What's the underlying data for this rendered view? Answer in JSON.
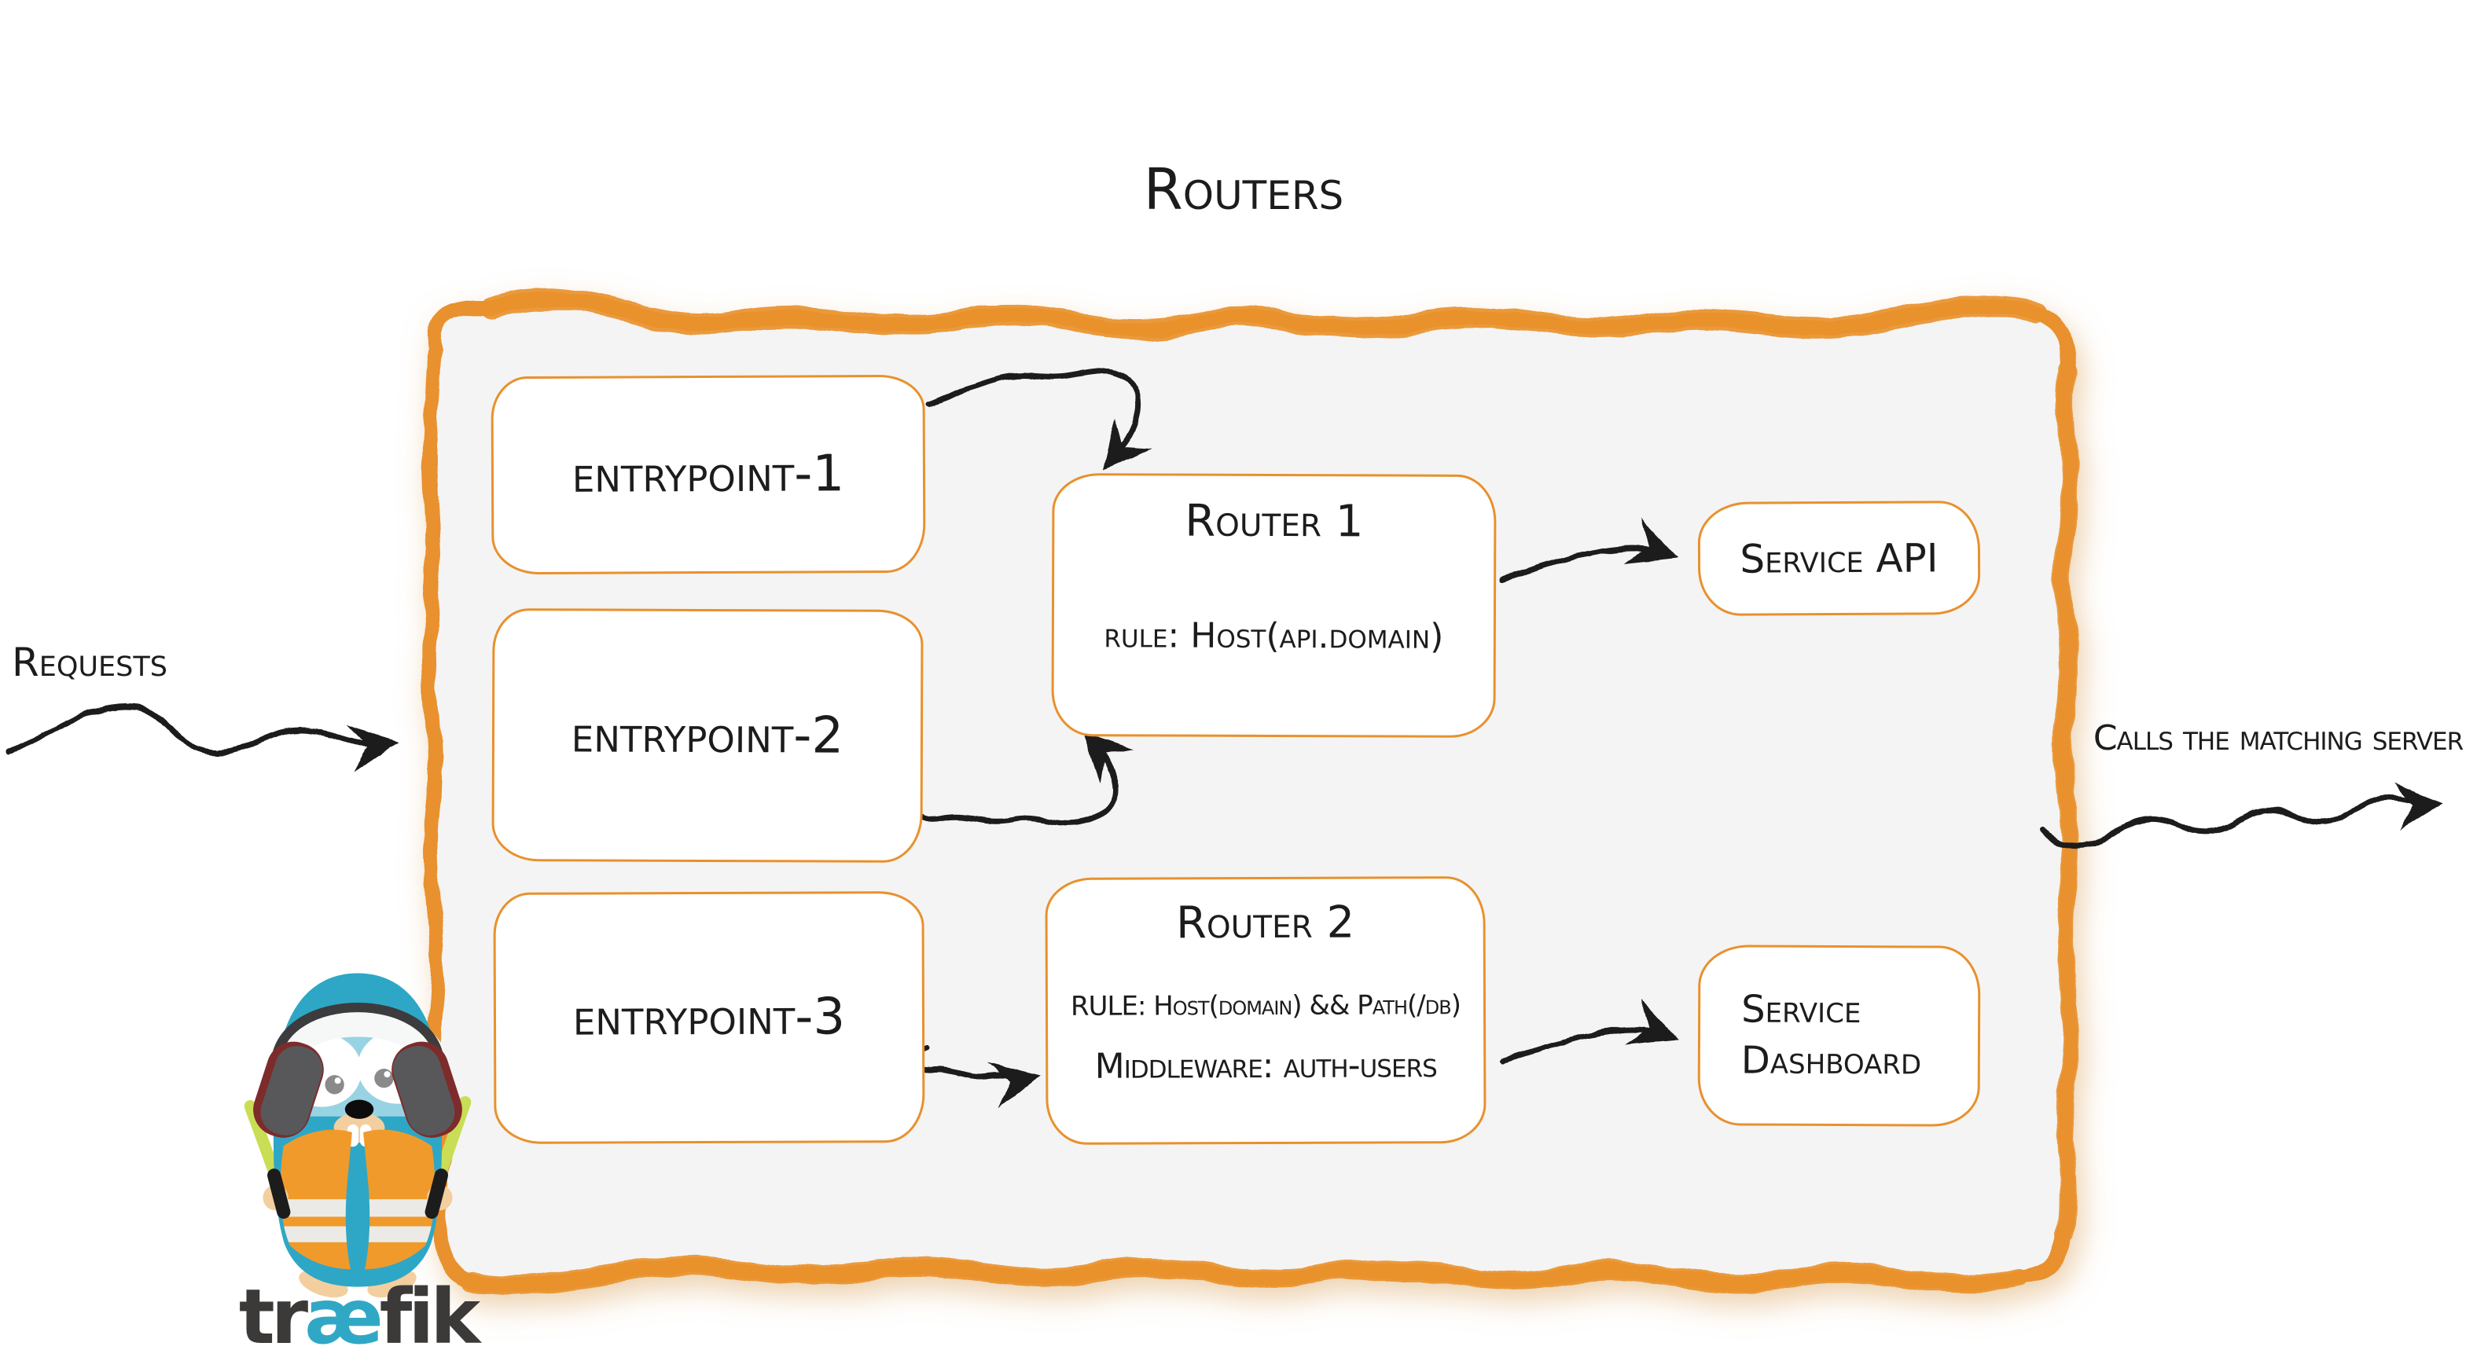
{
  "title": "Routers",
  "labels": {
    "requests": "Requests",
    "calls": "Calls the matching server"
  },
  "entrypoints": [
    {
      "label": "entrypoint-1"
    },
    {
      "label": "entrypoint-2"
    },
    {
      "label": "entrypoint-3"
    }
  ],
  "routers": [
    {
      "title": "Router 1",
      "rule": "rule: Host(api.domain)"
    },
    {
      "title": "Router 2",
      "rule": "RULE: Host(domain) && Path(/db)",
      "middleware": "Middleware: auth-users"
    }
  ],
  "services": [
    {
      "label": "Service API"
    },
    {
      "label": "Service Dashboard"
    }
  ],
  "logo": {
    "wordmark": {
      "pre": "tr",
      "ae": "æ",
      "post": "fik"
    }
  },
  "colors": {
    "accent_orange": "#e8912d",
    "ink": "#1c1c1c",
    "panel_fill": "#f4f4f4",
    "box_fill": "#ffffff",
    "logo_teal": "#30a8c5",
    "logo_charcoal": "#3b3a39",
    "gopher_blue": "#2ea7c6",
    "vest_orange": "#f09a2c",
    "baton_green": "#c9dd55",
    "skin_tan": "#f3cf9f",
    "cup_maroon": "#7e2b2b",
    "cup_gray": "#58585a"
  }
}
